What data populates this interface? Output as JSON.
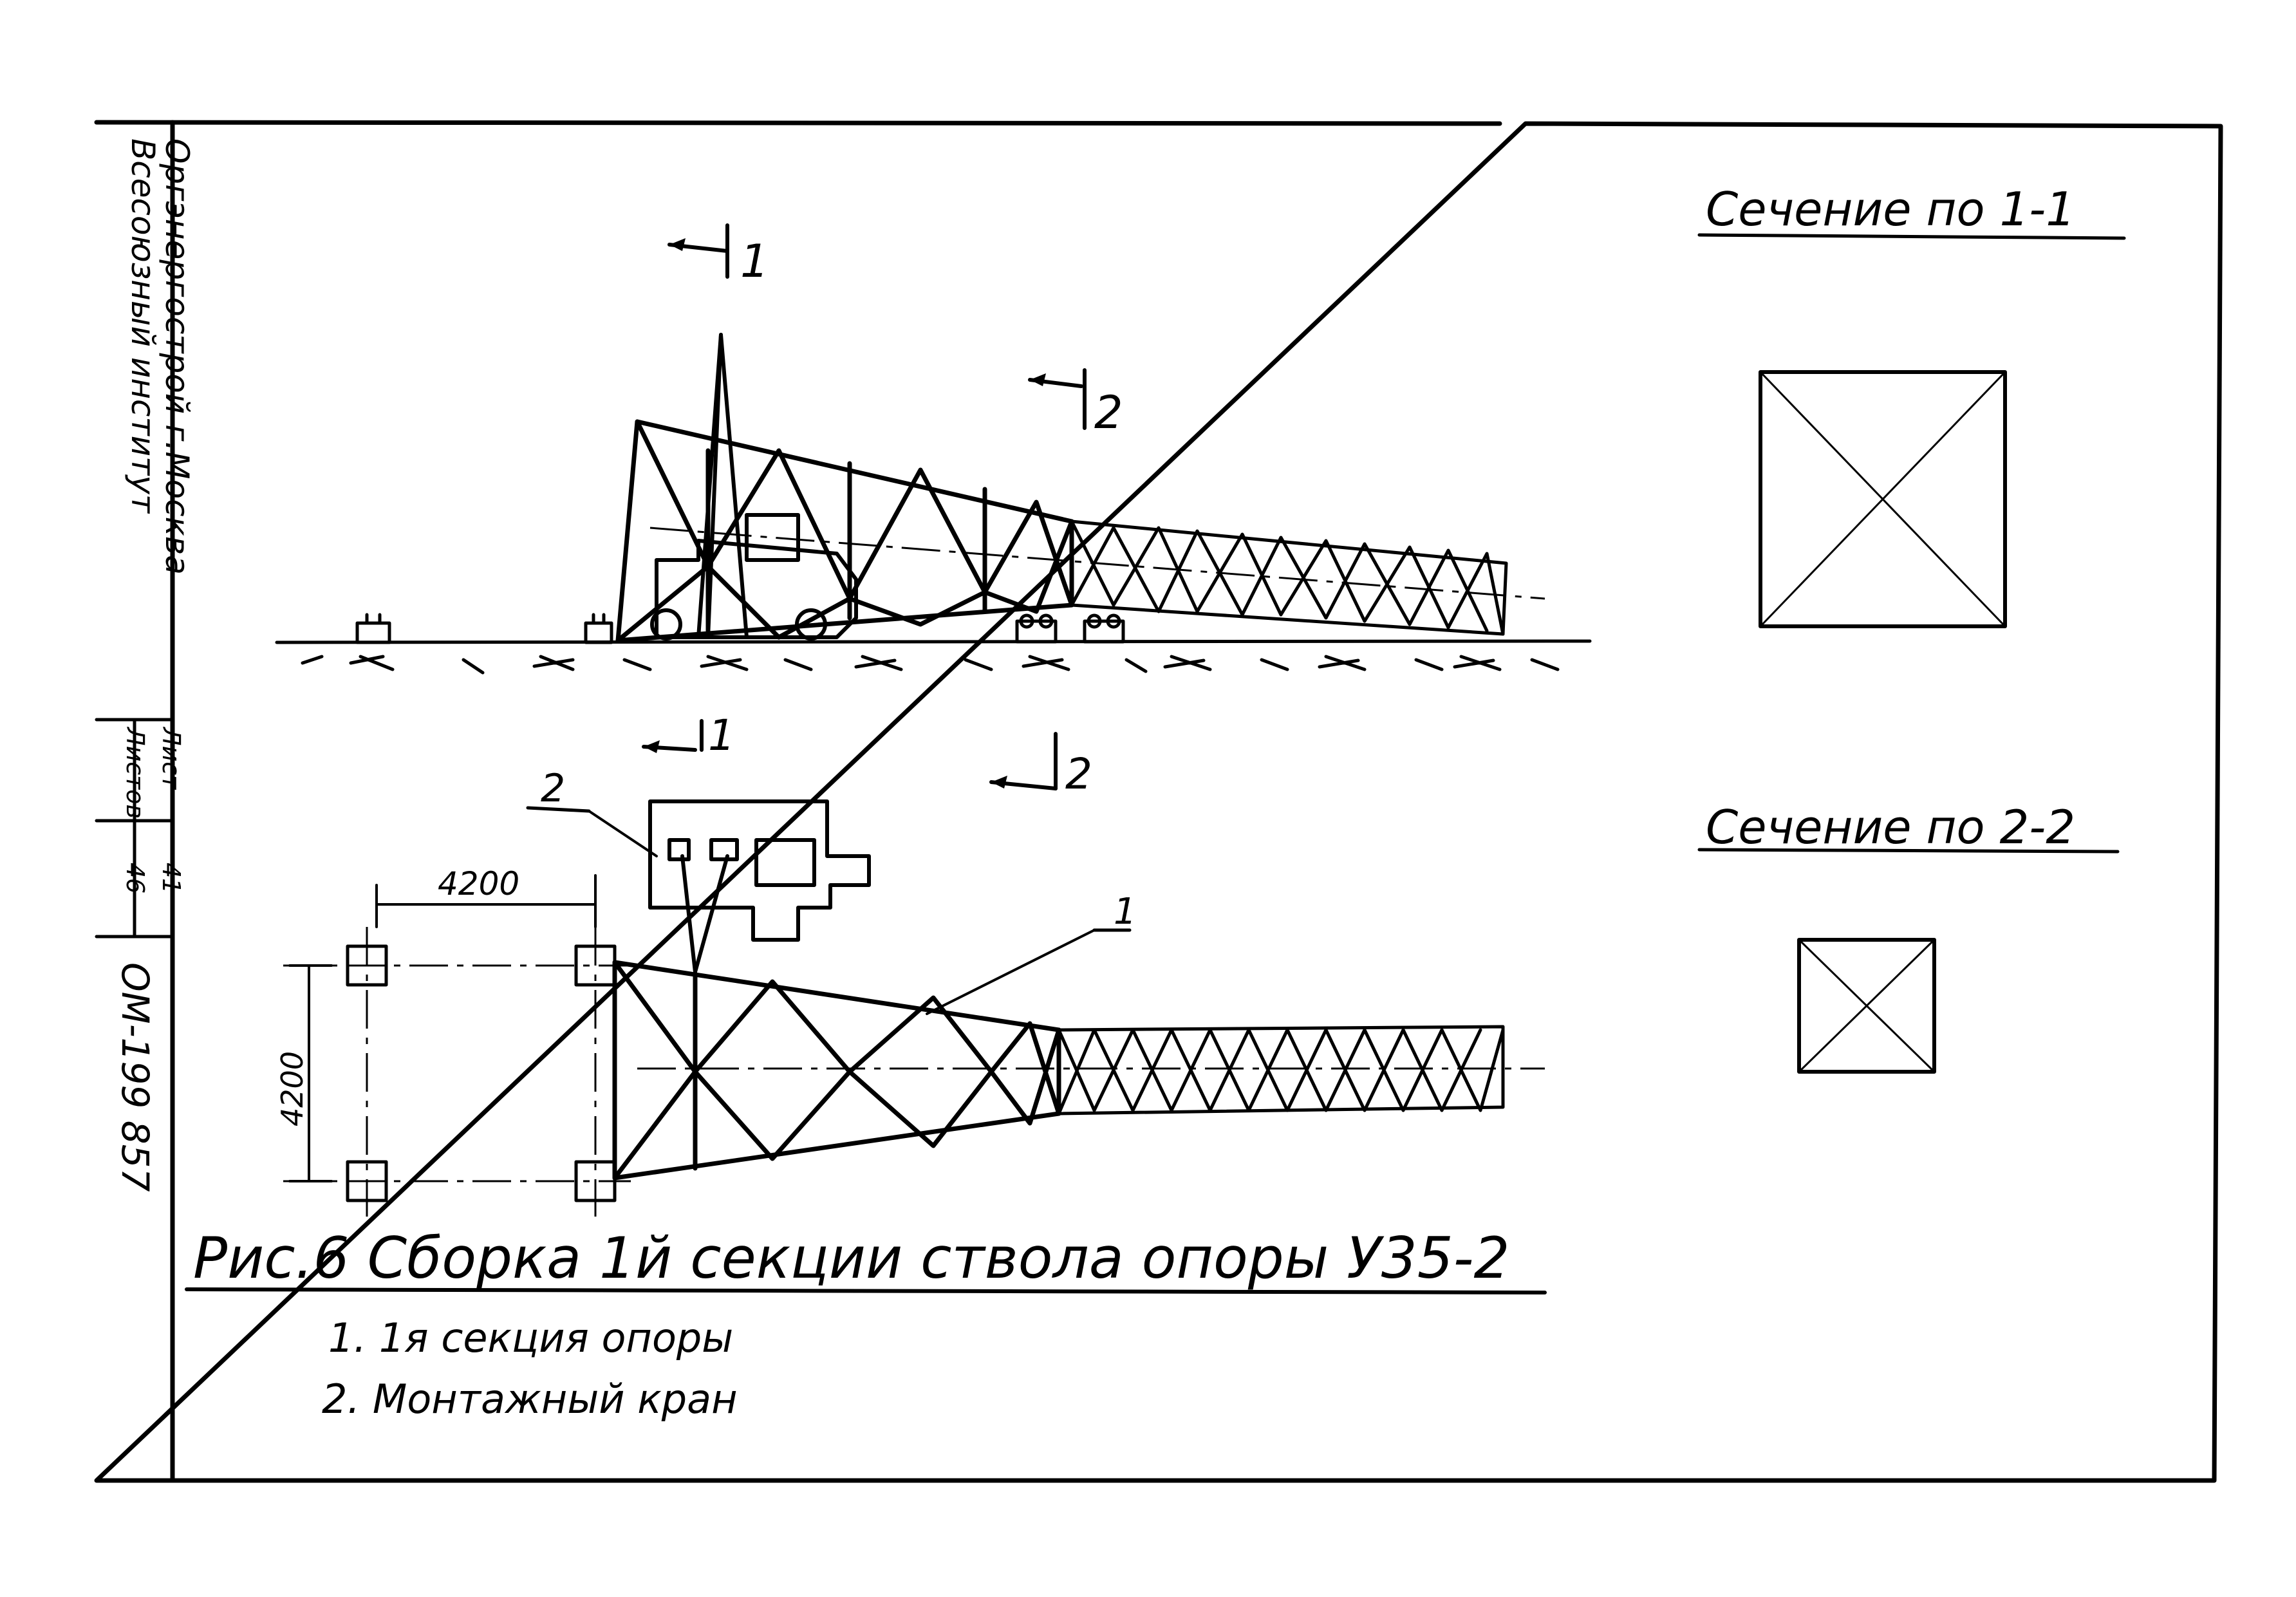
{
  "stamp": {
    "org_line1": "Всесоюзный институт",
    "org_line2": "Оргэнергострой г.Москва",
    "sheets_label": "Листов",
    "sheets_value": "46",
    "sheet_label": "Лист",
    "sheet_value": "41",
    "doc_number": "ОМ-199 857"
  },
  "drawing": {
    "section_marks": {
      "elev_1": "1",
      "elev_2": "2",
      "plan_1": "1",
      "plan_2": "2"
    },
    "callouts": {
      "crane": "2",
      "section": "1"
    },
    "dimensions": {
      "horizontal": "4200",
      "vertical": "4200"
    }
  },
  "sections": {
    "section_1_title": "Сечение по 1-1",
    "section_2_title": "Сечение по 2-2"
  },
  "caption": {
    "title": "Рис.6 Сборка 1й секции ствола опоры У35-2",
    "legend_1": "1. 1я секция опоры",
    "legend_2": "2. Монтажный кран"
  }
}
